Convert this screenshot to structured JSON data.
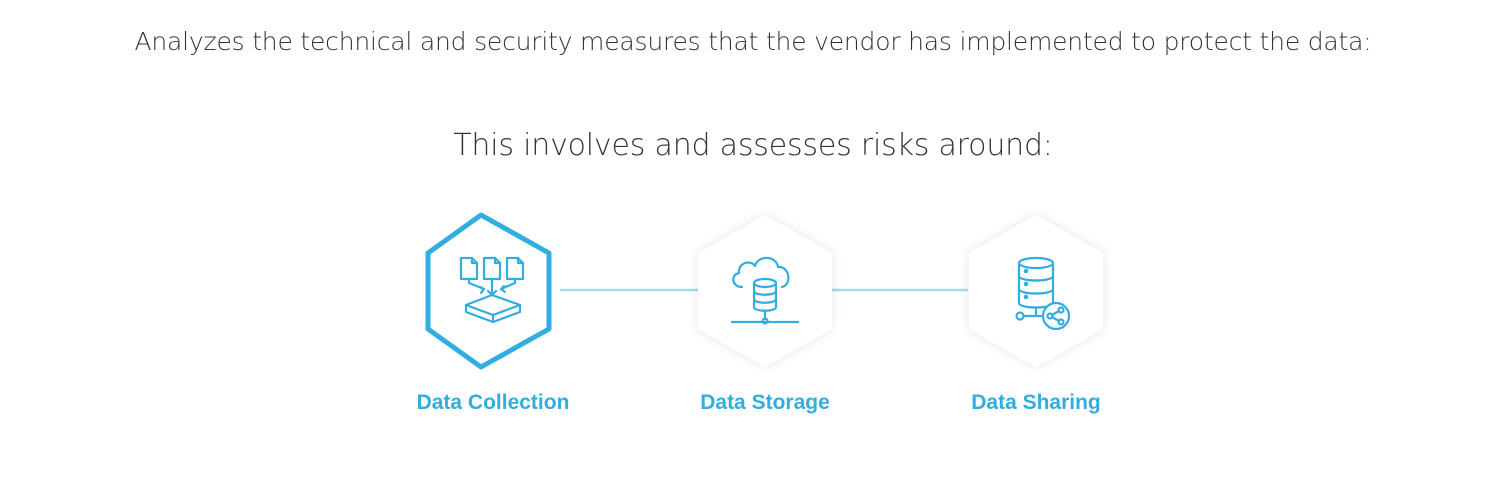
{
  "intro_text": "Analyzes the technical and security measures that the vendor has implemented to protect the data:",
  "subtitle": "This involves and assesses risks around:",
  "accent_color": "#31aee0",
  "steps": [
    {
      "label": "Data Collection",
      "icon": "data-collection-icon",
      "active": true
    },
    {
      "label": "Data Storage",
      "icon": "cloud-database-icon",
      "active": false
    },
    {
      "label": "Data Sharing",
      "icon": "database-share-icon",
      "active": false
    }
  ]
}
